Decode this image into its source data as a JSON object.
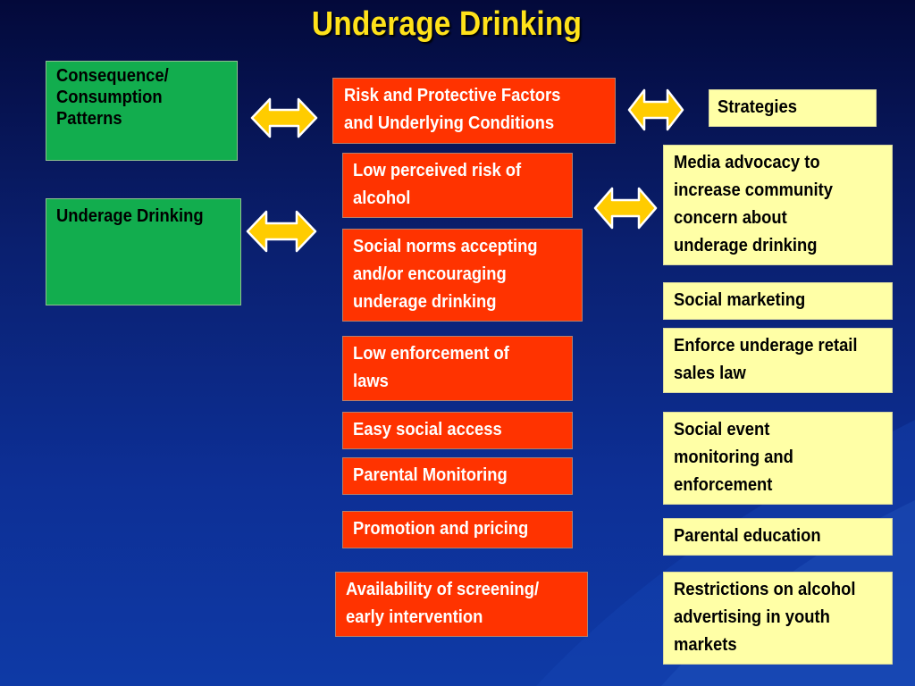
{
  "title": "Underage Drinking",
  "consequence": "Consequence/\nConsumption\n      Patterns",
  "underage": "Underage Drinking",
  "risk_header": "Risk and Protective Factors\nand Underlying Conditions",
  "strategies_header": "Strategies",
  "risk_factors": [
    "Low perceived risk of\nalcohol",
    "Social norms accepting\nand/or encouraging\nunderage drinking",
    "Low enforcement of\nlaws",
    "Easy social access",
    "Parental Monitoring",
    "Promotion and pricing",
    "Availability of screening/\nearly intervention"
  ],
  "strategies": [
    "Media advocacy to\nincrease community\nconcern about\nunderage drinking",
    "Social marketing",
    "Enforce underage retail\nsales law",
    "Social event\nmonitoring and\nenforcement",
    "Parental education",
    "Restrictions on alcohol\nadvertising in youth\nmarkets"
  ],
  "colors": {
    "green": "#12ad4e",
    "red": "#ff3300",
    "yellow": "#ffffa6",
    "arrow": "#ffcc00",
    "title": "#ffe21a"
  }
}
